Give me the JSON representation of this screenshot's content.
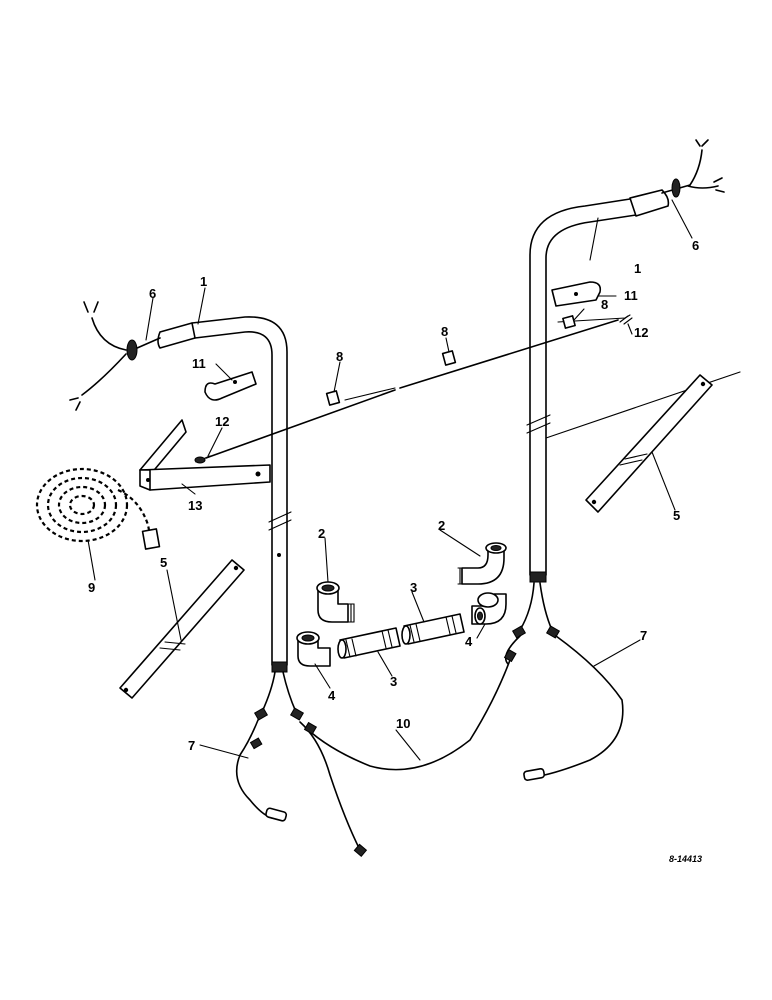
{
  "figure": {
    "drawing_number": "8-14413",
    "callouts": {
      "tube_left": "1",
      "tube_right": "1",
      "elbow_left": "2",
      "elbow_right": "2",
      "nipple_center": "3",
      "nipple_left": "3",
      "elbow_lower_left": "4",
      "elbow_lower_right": "4",
      "bracket_left": "5",
      "bracket_right": "5",
      "wire_left": "6",
      "wire_right": "6",
      "harness_left": "7",
      "harness_right": "7",
      "clip_left": "8",
      "clip_center": "8",
      "clip_right": "8",
      "coil": "9",
      "cable_center": "10",
      "clamp_left": "11",
      "clamp_right": "11",
      "spring_left": "12",
      "spring_right": "12",
      "support": "13"
    }
  }
}
